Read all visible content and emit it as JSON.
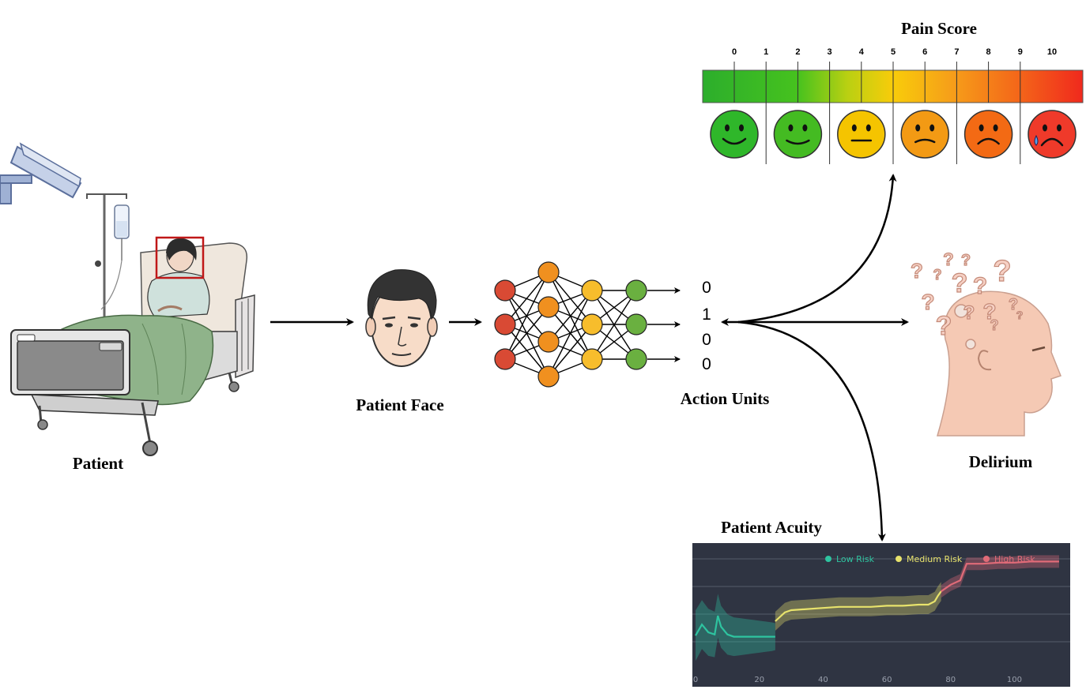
{
  "labels": {
    "patient": "Patient",
    "patient_face": "Patient Face",
    "action_units": "Action Units",
    "delirium": "Delirium",
    "patient_acuity": "Patient Acuity"
  },
  "action_unit_values": [
    "0",
    "1",
    "0",
    "0"
  ],
  "pain_scale": {
    "title": "Pain Score",
    "ticks": [
      "0",
      "1",
      "2",
      "3",
      "4",
      "5",
      "6",
      "7",
      "8",
      "9",
      "10"
    ],
    "face_colors": [
      "#2fb72a",
      "#44bb22",
      "#f5c400",
      "#f39a14",
      "#f36a14",
      "#ef3a2a"
    ]
  },
  "neural_net": {
    "layer_colors": [
      "#d94a34",
      "#f0901f",
      "#f7bd2c",
      "#6ab040"
    ],
    "layer_sizes": [
      3,
      4,
      3,
      3
    ]
  },
  "chart_data": {
    "type": "line",
    "xlim": [
      0,
      115
    ],
    "x_ticks": [
      "0",
      "20",
      "40",
      "60",
      "80",
      "100"
    ],
    "grid": true,
    "legend_position": "top-right",
    "series": [
      {
        "name": "Low Risk",
        "color": "#2ec4a0",
        "x": [
          0,
          2,
          4,
          6,
          7,
          8,
          10,
          12,
          14,
          16,
          18,
          20,
          22,
          24,
          25
        ],
        "y": [
          0.32,
          0.42,
          0.35,
          0.33,
          0.5,
          0.4,
          0.33,
          0.31,
          0.31,
          0.31,
          0.31,
          0.31,
          0.31,
          0.31,
          0.31
        ]
      },
      {
        "name": "Medium Risk",
        "color": "#e8e36c",
        "x": [
          25,
          28,
          30,
          35,
          40,
          45,
          50,
          55,
          60,
          65,
          70,
          73,
          75,
          76,
          77
        ],
        "y": [
          0.45,
          0.53,
          0.55,
          0.56,
          0.57,
          0.58,
          0.58,
          0.58,
          0.59,
          0.59,
          0.6,
          0.6,
          0.63,
          0.68,
          0.72
        ]
      },
      {
        "name": "High Risk",
        "color": "#e06b78",
        "x": [
          77,
          80,
          83,
          85,
          90,
          95,
          100,
          105,
          110,
          114
        ],
        "y": [
          0.72,
          0.78,
          0.82,
          0.97,
          0.97,
          0.98,
          0.98,
          0.99,
          0.99,
          0.99
        ]
      }
    ]
  }
}
